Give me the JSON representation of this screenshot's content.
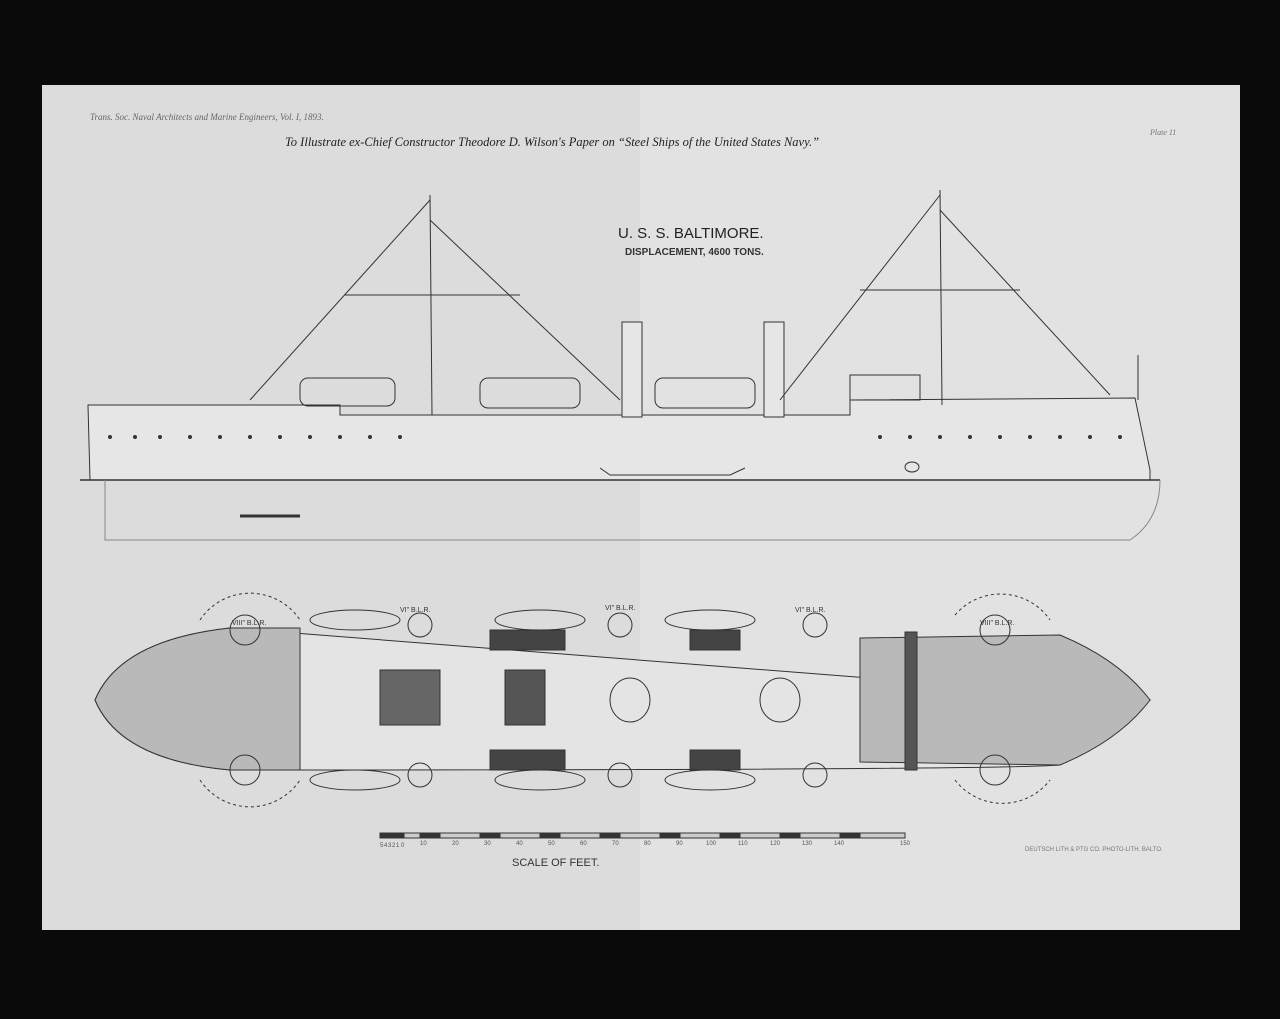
{
  "header": {
    "journal": "Trans. Soc. Naval Architects and Marine Engineers, Vol. I, 1893.",
    "caption": "To Illustrate ex-Chief Constructor Theodore D. Wilson's Paper on “Steel Ships of the United States Navy.”",
    "plate": "Plate 11"
  },
  "ship": {
    "name": "U. S. S. BALTIMORE.",
    "displacement": "DISPLACEMENT, 4600 TONS."
  },
  "plan_labels": [
    "VIII\" B.L.R.",
    "VI\" B.L.R.",
    "VI\" B.L.R.",
    "VI\" B.L.R.",
    "VIII\" B.L.R."
  ],
  "scale": {
    "label": "SCALE OF FEET.",
    "ticks": [
      "5",
      "4",
      "3",
      "2",
      "1",
      "0",
      "10",
      "20",
      "30",
      "40",
      "50",
      "60",
      "70",
      "80",
      "90",
      "100",
      "110",
      "120",
      "130",
      "140",
      "150"
    ]
  },
  "printer": "DEUTSCH LITH & PTG CO. PHOTO-LITH. BALTO."
}
